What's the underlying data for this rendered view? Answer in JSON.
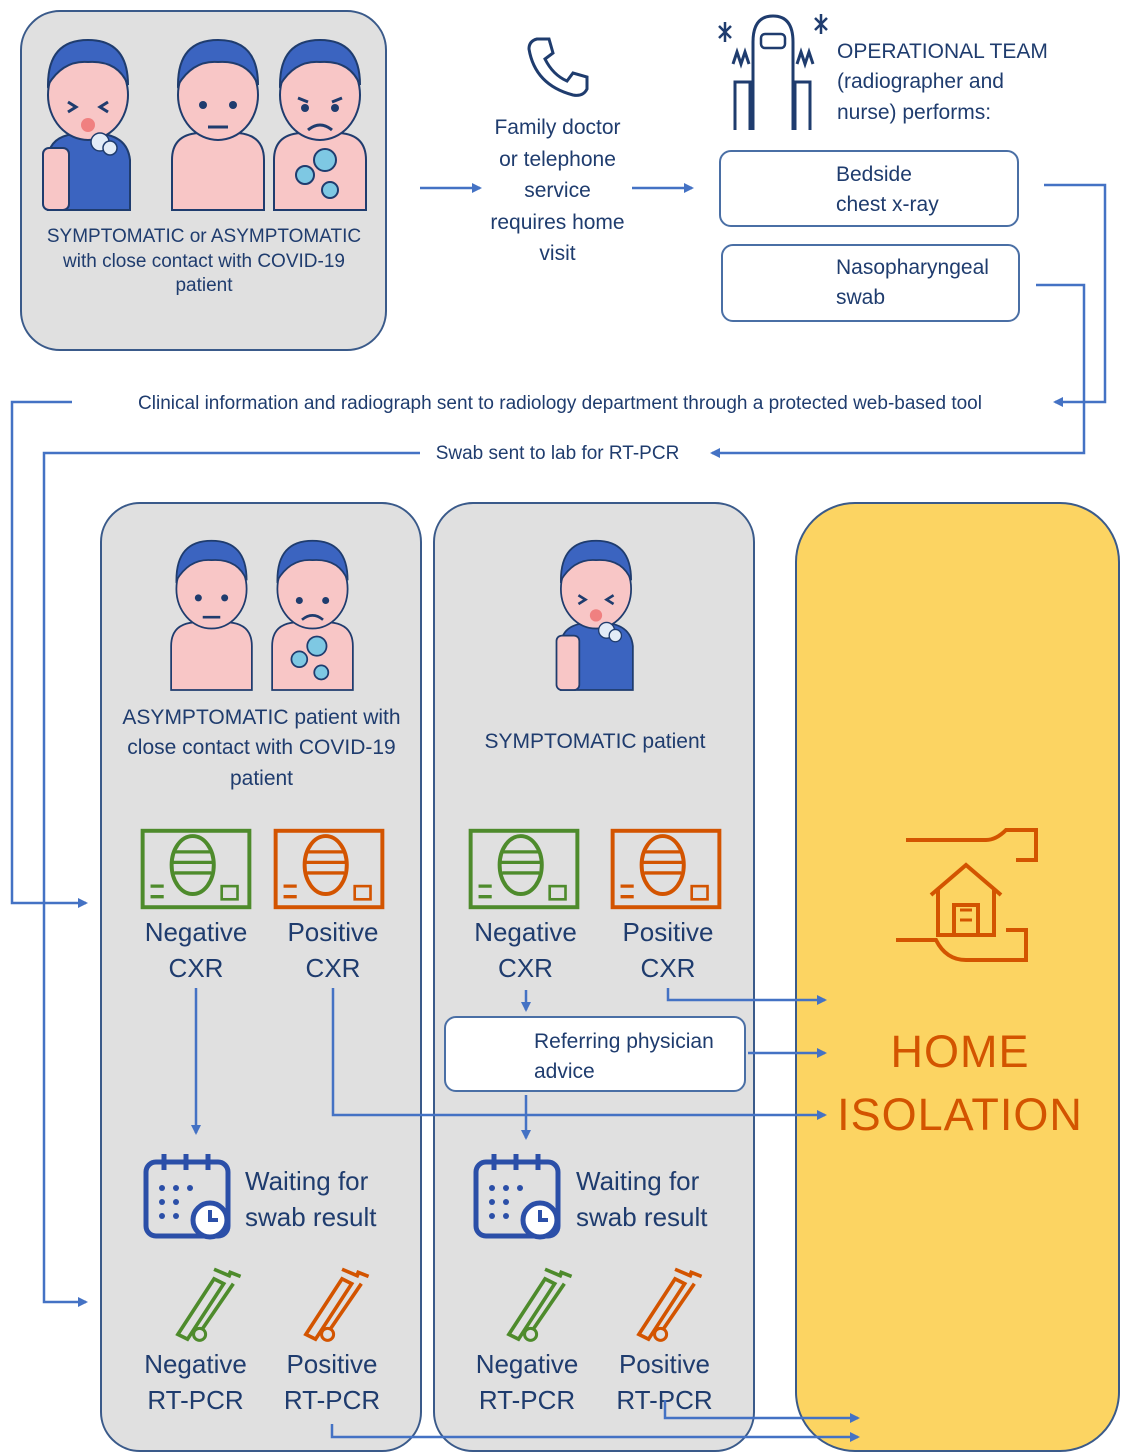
{
  "top": {
    "patients_caption": "SYMPTOMATIC or ASYMPTOMATIC with close contact with COVID-19 patient",
    "doctor_text": "Family doctor or telephone service requires home visit",
    "team_text": "OPERATIONAL TEAM (radiographer and nurse) performs:",
    "xray_card": "Bedside chest x-ray",
    "swab_card": "Nasopharyngeal swab"
  },
  "flow": {
    "radiograph_sent": "Clinical information and radiograph sent to radiology department through a protected web-based tool",
    "swab_sent": "Swab sent to lab for RT-PCR"
  },
  "asymptomatic": {
    "caption": "ASYMPTOMATIC patient with close contact with COVID-19 patient",
    "neg_cxr": "Negative CXR",
    "pos_cxr": "Positive CXR",
    "waiting": "Waiting for swab result",
    "neg_pcr": "Negative RT-PCR",
    "pos_pcr": "Positive RT-PCR"
  },
  "symptomatic": {
    "caption": "SYMPTOMATIC patient",
    "neg_cxr": "Negative CXR",
    "pos_cxr": "Positive CXR",
    "physician": "Referring physician advice",
    "waiting": "Waiting for swab result",
    "neg_pcr": "Negative RT-PCR",
    "pos_pcr": "Positive RT-PCR"
  },
  "isolation": {
    "line1": "HOME",
    "line2": "ISOLATION"
  },
  "colors": {
    "arrow": "#4472c4",
    "negative": "#4e8b2c",
    "positive": "#d35400",
    "isolation_bg": "#fcd462"
  }
}
